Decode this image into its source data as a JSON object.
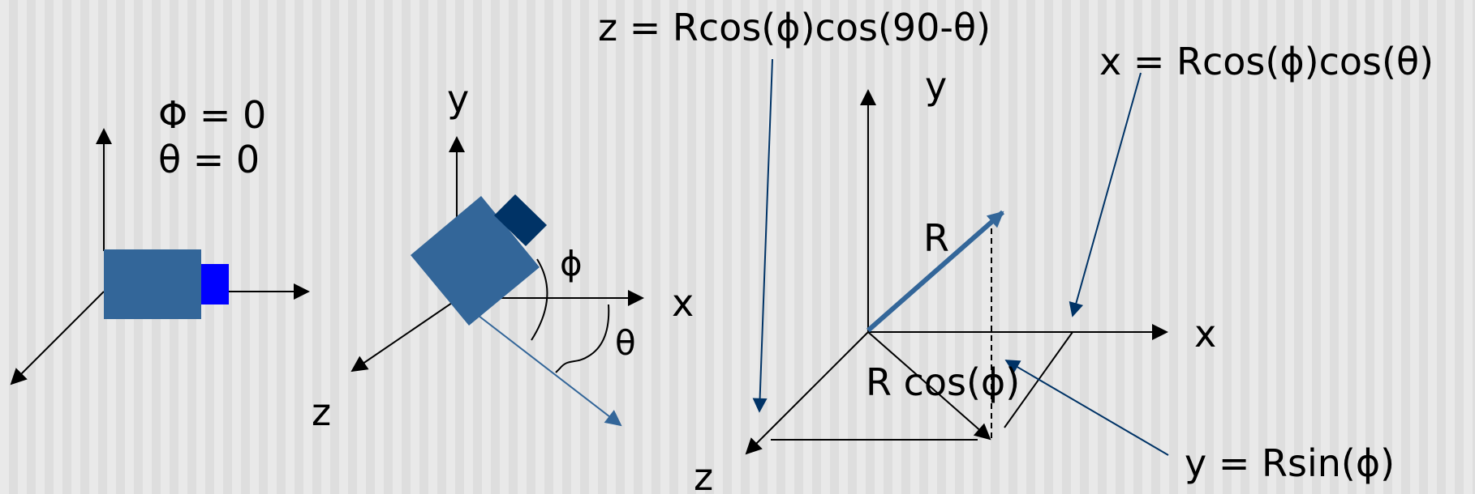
{
  "left_panel": {
    "phi_line": "Φ = 0",
    "theta_line": "θ = 0"
  },
  "middle_panel": {
    "y_label": "y",
    "x_label": "x",
    "z_label": "z",
    "phi_label": "ϕ",
    "theta_label": "θ"
  },
  "right_panel": {
    "y_label": "y",
    "x_label": "x",
    "z_label": "z",
    "r_label": "R",
    "rcos_label": "R cos(ϕ)",
    "eq_z": "z = Rcos(ϕ)cos(90-θ)",
    "eq_x": "x = Rcos(ϕ)cos(θ)",
    "eq_y": "y = Rsin(ϕ)"
  },
  "colors": {
    "camera_body": "#336699",
    "camera_lens_front": "#0000ff",
    "camera_lens_rotated": "#003366",
    "vector": "#336699",
    "pointer_arrow": "#003366",
    "axis": "#000000"
  }
}
